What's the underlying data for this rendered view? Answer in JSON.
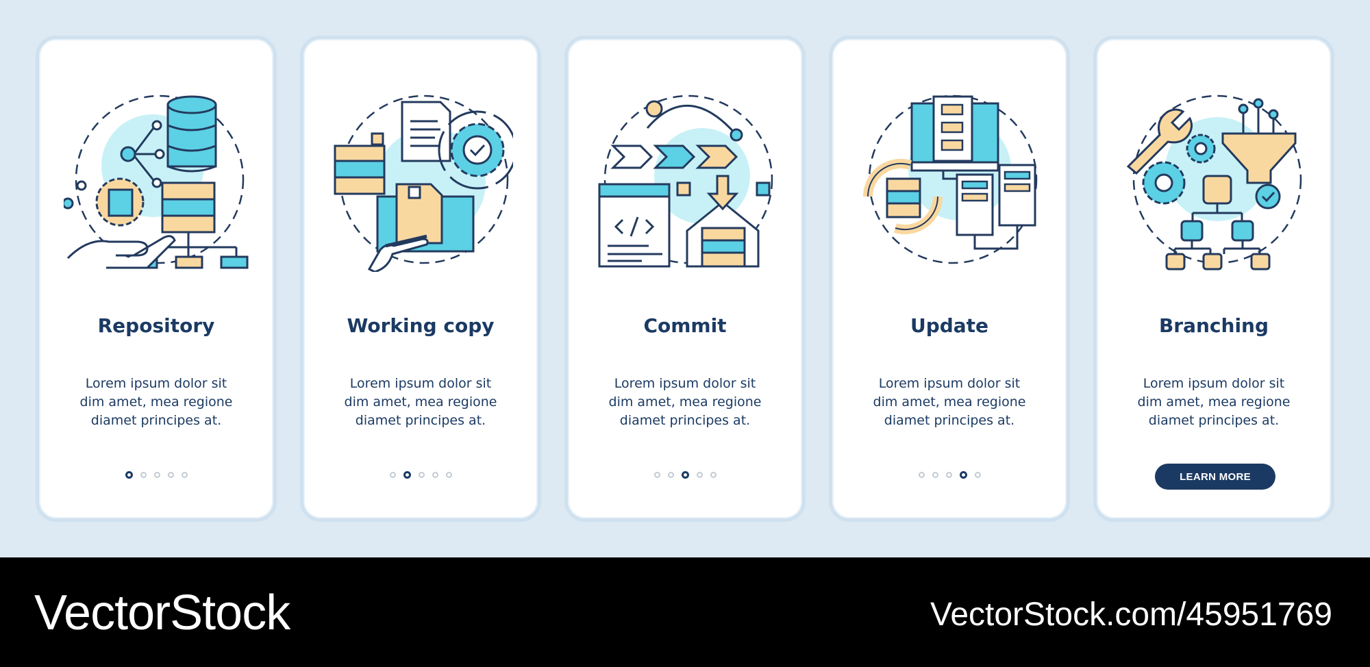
{
  "cards": [
    {
      "title": "Repository",
      "description": "Lorem ipsum dolor sit dim amet, mea regione diamet principes at.",
      "icon": "repository-illustration",
      "active_dot": 0
    },
    {
      "title": "Working copy",
      "description": "Lorem ipsum dolor sit dim amet, mea regione diamet principes at.",
      "icon": "working-copy-illustration",
      "active_dot": 1
    },
    {
      "title": "Commit",
      "description": "Lorem ipsum dolor sit dim amet, mea regione diamet principes at.",
      "icon": "commit-illustration",
      "active_dot": 2
    },
    {
      "title": "Update",
      "description": "Lorem ipsum dolor sit dim amet, mea regione diamet principes at.",
      "icon": "update-illustration",
      "active_dot": 3
    },
    {
      "title": "Branching",
      "description": "Lorem ipsum dolor sit dim amet, mea regione diamet principes at.",
      "icon": "branching-illustration",
      "button_label": "LEARN MORE"
    }
  ],
  "pagination": {
    "total": 5
  },
  "footer": {
    "brand": "VectorStock",
    "url": "VectorStock.com/45951769"
  },
  "colors": {
    "background": "#dde9f3",
    "accent_dark": "#1b3a63",
    "accent_cyan": "#5cd0e4",
    "accent_yellow": "#f9d8a0",
    "outline": "#233a5e"
  }
}
